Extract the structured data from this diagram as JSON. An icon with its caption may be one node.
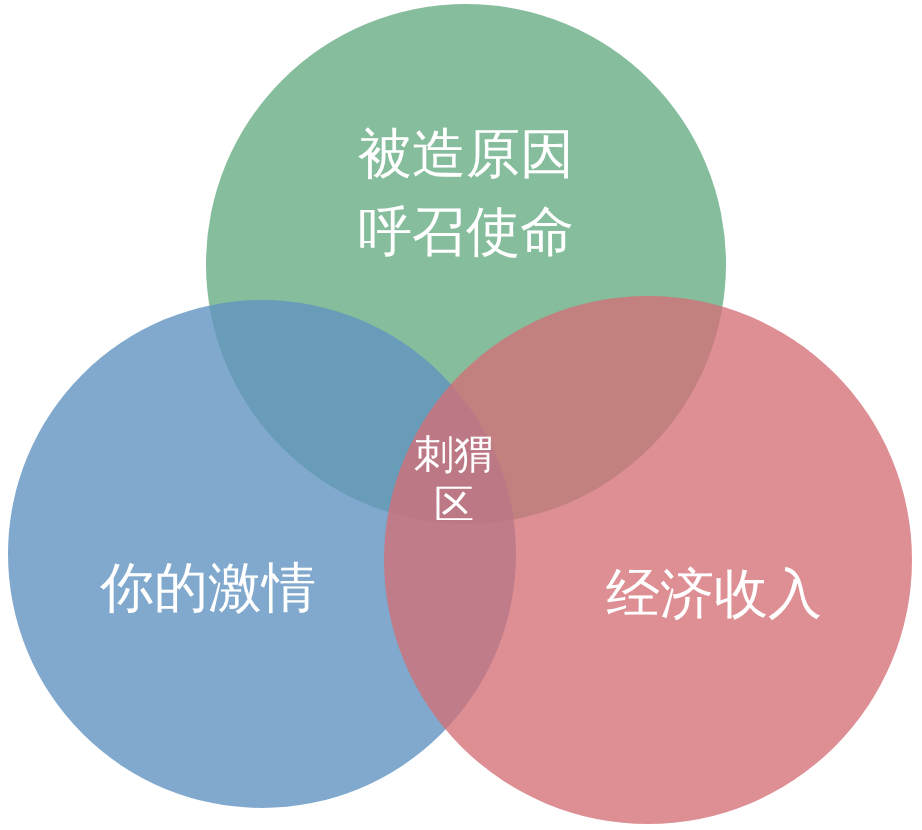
{
  "diagram": {
    "nodes": [
      {
        "text": [
          "被造原因",
          "呼召使命"
        ]
      },
      {
        "text": [
          "你的激情"
        ]
      },
      {
        "text": [
          "经济收入"
        ]
      }
    ],
    "labels": [
      "刺猬区"
    ]
  }
}
